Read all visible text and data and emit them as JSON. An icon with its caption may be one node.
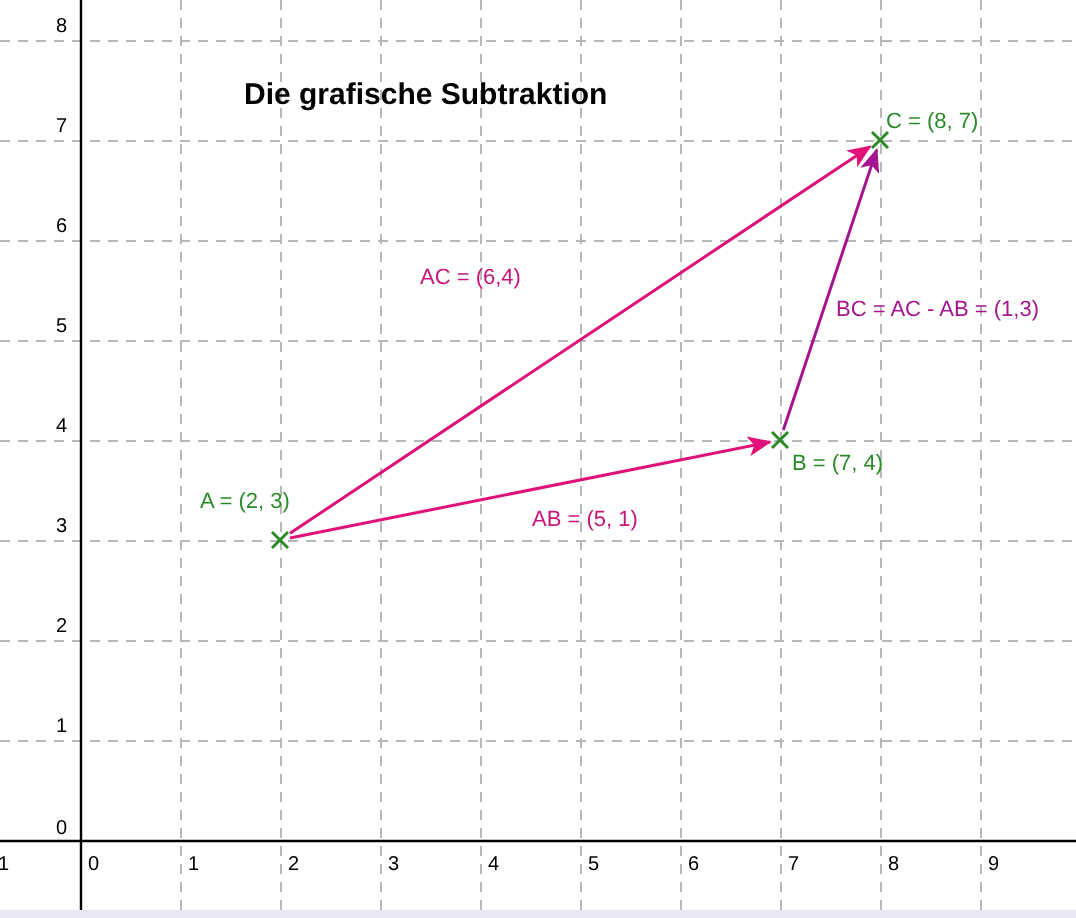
{
  "diagram": {
    "title": "Die grafische Subtraktion",
    "nodes": [
      {
        "text": [],
        "shape": "cross",
        "beside": [
          "A = (2, 3)"
        ]
      },
      {
        "text": [],
        "shape": "cross",
        "beside": [
          "B = (7, 4)"
        ]
      },
      {
        "text": [],
        "shape": "cross",
        "beside": [
          "C = (8, 7)"
        ]
      }
    ],
    "edges": [
      {
        "from": 0,
        "to": 1,
        "arrow": "to",
        "label": "AB = (5, 1)"
      },
      {
        "from": 0,
        "to": 2,
        "arrow": "to",
        "label": "AC = (6,4)"
      },
      {
        "from": 1,
        "to": 2,
        "arrow": "to",
        "label": "BC = AC - AB = (1,3)",
        "color": "#a3168f"
      }
    ],
    "labels": [
      "8",
      "7",
      "6",
      "5",
      "4",
      "3",
      "2",
      "1",
      "0",
      "1",
      "0",
      "1",
      "2",
      "3",
      "4",
      "5",
      "6",
      "7",
      "8",
      "9"
    ]
  }
}
